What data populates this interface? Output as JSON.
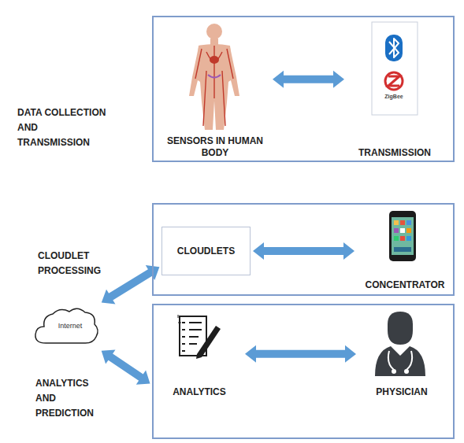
{
  "diagram": {
    "nodes": [
      {
        "text": [
          "DATA COLLECTION AND TRANSMISSION"
        ]
      },
      {
        "text": [
          "SENSORS IN HUMAN BODY"
        ],
        "in": 0
      },
      {
        "text": [
          "TRANSMISSION"
        ],
        "in": 0
      },
      {
        "text": [
          "CLOUDLET PROCESSING"
        ]
      },
      {
        "text": [
          "CLOUDLETS"
        ],
        "in": 3
      },
      {
        "text": [
          "CONCENTRATOR"
        ],
        "in": 3
      },
      {
        "text": [
          "ANALYTICS AND PREDICTION"
        ]
      },
      {
        "text": [
          "ANALYTICS"
        ],
        "in": 6
      },
      {
        "text": [
          "PHYSICIAN"
        ],
        "in": 6
      },
      {
        "text": [
          "Internet"
        ]
      }
    ],
    "edges": [
      {
        "from": 1,
        "to": 2,
        "arrow": "both"
      },
      {
        "from": 4,
        "to": 5,
        "arrow": "both"
      },
      {
        "from": 7,
        "to": 8,
        "arrow": "both"
      },
      {
        "from": 9,
        "to": 4,
        "arrow": "both"
      },
      {
        "from": 9,
        "to": 6,
        "arrow": "both"
      }
    ],
    "labels": [
      "ZigBee"
    ]
  }
}
